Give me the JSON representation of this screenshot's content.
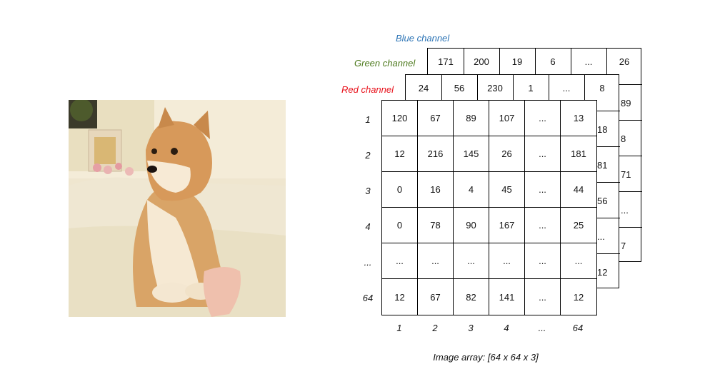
{
  "labels": {
    "blue": "Blue channel",
    "green": "Green channel",
    "red": "Red channel"
  },
  "colors": {
    "blue_label": "#2e75b6",
    "green_label": "#4e7a1e",
    "red_label": "#e8111b"
  },
  "photo": {
    "subject": "shiba-inu-dog-photo"
  },
  "blue_layer": {
    "top_row": [
      "171",
      "200",
      "19",
      "6",
      "...",
      "26"
    ],
    "right_col_partial": [
      "89",
      "8",
      "71",
      "...",
      "7"
    ]
  },
  "green_layer": {
    "top_row": [
      "24",
      "56",
      "230",
      "1",
      "...",
      "8"
    ],
    "right_col_partial": [
      "18",
      "81",
      "56",
      "...",
      "12"
    ]
  },
  "red_layer": {
    "rows": [
      [
        "120",
        "67",
        "89",
        "107",
        "...",
        "13"
      ],
      [
        "12",
        "216",
        "145",
        "26",
        "...",
        "181"
      ],
      [
        "0",
        "16",
        "4",
        "45",
        "...",
        "44"
      ],
      [
        "0",
        "78",
        "90",
        "167",
        "...",
        "25"
      ],
      [
        "...",
        "...",
        "...",
        "...",
        "...",
        "..."
      ],
      [
        "12",
        "67",
        "82",
        "141",
        "...",
        "12"
      ]
    ]
  },
  "row_labels": [
    "1",
    "2",
    "3",
    "4",
    "...",
    "64"
  ],
  "col_labels": [
    "1",
    "2",
    "3",
    "4",
    "...",
    "64"
  ],
  "caption": "Image array: [64 x 64 x 3]"
}
